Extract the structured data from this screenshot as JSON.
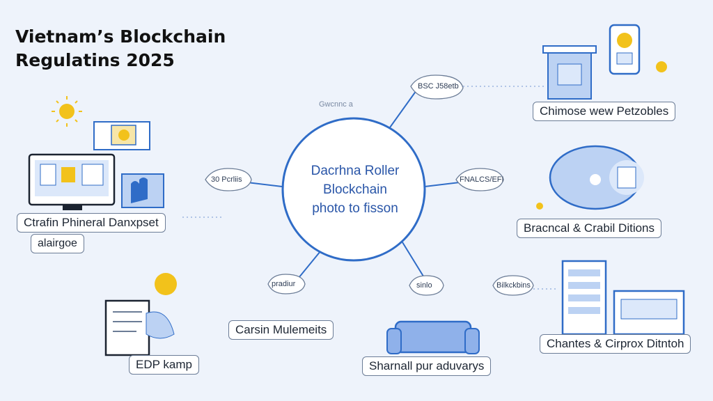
{
  "title": {
    "line1": "Vietnam’s Blockchain",
    "line2": "Regulatins 2025"
  },
  "center": {
    "line1": "Dacrhna Roller",
    "line2": "Blockchain",
    "line3": "photo to fisson"
  },
  "nodes": {
    "top_left_main": "Ctrafin Phineral Danxpset",
    "top_left_sub": "alairgoe",
    "left_bubble": "30 Pcrliis",
    "top_bubble": "BSC J58etb",
    "faint_top": "Gwcnnc a",
    "top_right": "Chimose wew Petzobles",
    "right_bubble": "FNALCS/EFI",
    "right_mid": "Bracncal & Crabil Ditions",
    "bottom_right_bubble": "Bilkckbins",
    "bottom_mid_bubble": "sinlo",
    "bottom_right": "Chantes & Cirprox Ditntoh",
    "bottom_left_bubble": "pradiur",
    "bottom_left_mid": "Carsin Mulemeits",
    "bottom_left": "EDP kamp",
    "bottom_center": "Sharnall pur aduvarys"
  },
  "colors": {
    "accent": "#2a56a8",
    "line": "#2f6cc7",
    "coin": "#f2c21b",
    "panel": "#bcd2f3"
  }
}
